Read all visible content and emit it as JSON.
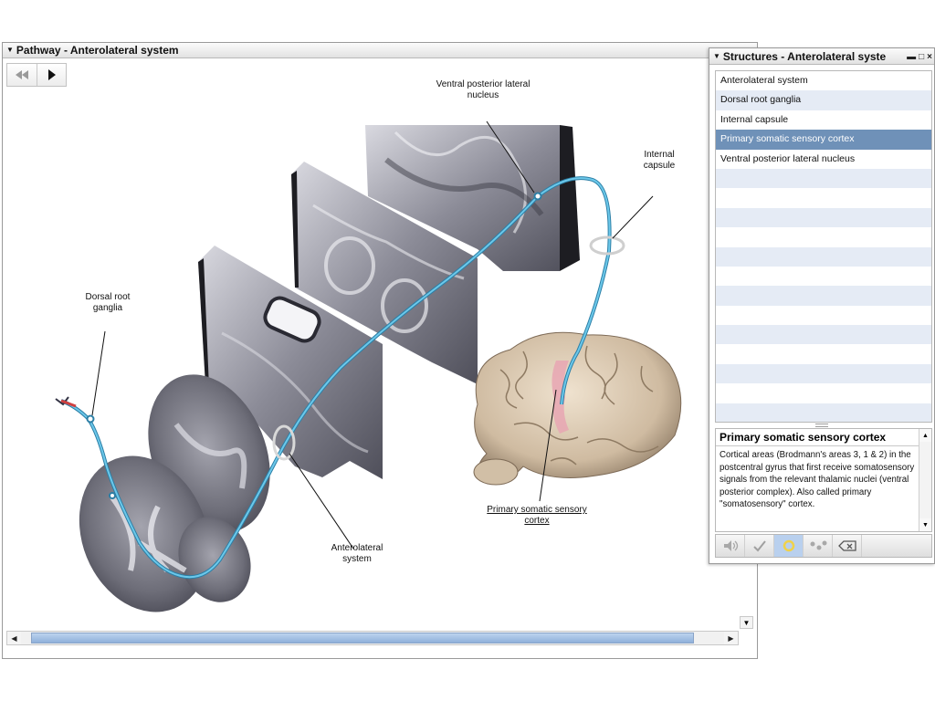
{
  "pathway_window": {
    "title": "Pathway - Anterolateral system",
    "toolbar": {
      "rewind_icon": "rewind-icon",
      "play_icon": "play-icon"
    },
    "labels": {
      "vpl": "Ventral posterior lateral nucleus",
      "internal_capsule": "Internal capsule",
      "dorsal_root": "Dorsal root ganglia",
      "anterolateral": "Anterolateral system",
      "primary_cortex": "Primary somatic sensory cortex"
    },
    "colors": {
      "pathway": "#3aa2cf",
      "cortex_highlight": "#e8a6b3"
    }
  },
  "structures_panel": {
    "title": "Structures - Anterolateral syste",
    "items": [
      {
        "label": "Anterolateral system",
        "selected": false
      },
      {
        "label": "Dorsal root ganglia",
        "selected": false
      },
      {
        "label": "Internal capsule",
        "selected": false
      },
      {
        "label": "Primary somatic sensory cortex",
        "selected": true
      },
      {
        "label": "Ventral posterior lateral nucleus",
        "selected": false
      }
    ],
    "description": {
      "title": "Primary somatic sensory cortex",
      "text": "Cortical areas (Brodmann's areas 3, 1 & 2) in the postcentral gyrus that first receive somatosensory signals from the relevant thalamic nuclei (ventral posterior complex). Also called primary \"somatosensory\" cortex."
    },
    "selected_color": "#6f91b8"
  }
}
